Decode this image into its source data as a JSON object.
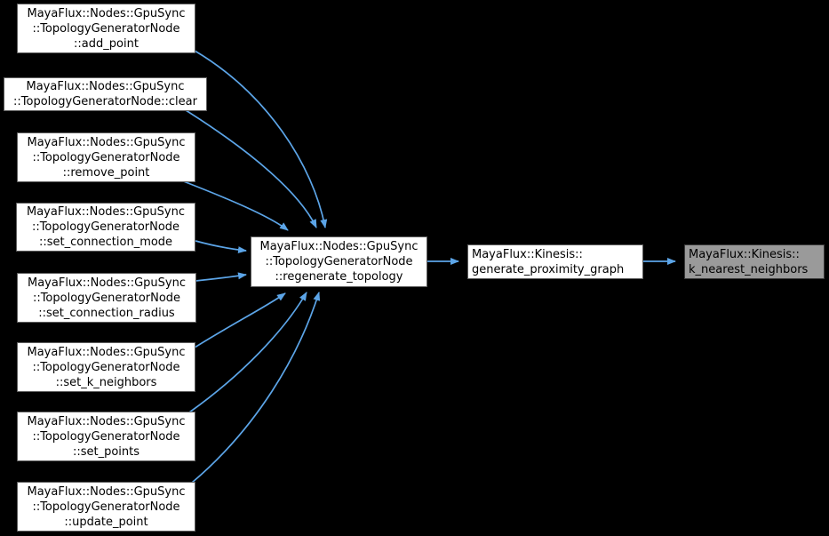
{
  "graph": {
    "kind": "caller-graph",
    "colors": {
      "background": "#000000",
      "node_fill": "#ffffff",
      "node_border": "#5e5e5e",
      "node_text": "#000000",
      "highlight_fill": "#9a9a9a",
      "highlight_border": "#3a3a3a",
      "edge": "#5ca5e8"
    },
    "nodes": {
      "add_point": {
        "lines": [
          "MayaFlux::Nodes::GpuSync",
          "::TopologyGeneratorNode",
          "::add_point"
        ],
        "highlighted": false
      },
      "clear": {
        "lines": [
          "MayaFlux::Nodes::GpuSync",
          "::TopologyGeneratorNode::clear"
        ],
        "highlighted": false
      },
      "remove_point": {
        "lines": [
          "MayaFlux::Nodes::GpuSync",
          "::TopologyGeneratorNode",
          "::remove_point"
        ],
        "highlighted": false
      },
      "set_connection_mode": {
        "lines": [
          "MayaFlux::Nodes::GpuSync",
          "::TopologyGeneratorNode",
          "::set_connection_mode"
        ],
        "highlighted": false
      },
      "set_connection_radius": {
        "lines": [
          "MayaFlux::Nodes::GpuSync",
          "::TopologyGeneratorNode",
          "::set_connection_radius"
        ],
        "highlighted": false
      },
      "set_k_neighbors": {
        "lines": [
          "MayaFlux::Nodes::GpuSync",
          "::TopologyGeneratorNode",
          "::set_k_neighbors"
        ],
        "highlighted": false
      },
      "set_points": {
        "lines": [
          "MayaFlux::Nodes::GpuSync",
          "::TopologyGeneratorNode",
          "::set_points"
        ],
        "highlighted": false
      },
      "update_point": {
        "lines": [
          "MayaFlux::Nodes::GpuSync",
          "::TopologyGeneratorNode",
          "::update_point"
        ],
        "highlighted": false
      },
      "regenerate_topology": {
        "lines": [
          "MayaFlux::Nodes::GpuSync",
          "::TopologyGeneratorNode",
          "::regenerate_topology"
        ],
        "highlighted": false
      },
      "generate_proximity_graph": {
        "lines": [
          "MayaFlux::Kinesis::",
          "generate_proximity_graph"
        ],
        "highlighted": false
      },
      "k_nearest_neighbors": {
        "lines": [
          "MayaFlux::Kinesis::",
          "k_nearest_neighbors"
        ],
        "highlighted": true
      }
    },
    "edges": [
      {
        "from": "add_point",
        "to": "regenerate_topology"
      },
      {
        "from": "clear",
        "to": "regenerate_topology"
      },
      {
        "from": "remove_point",
        "to": "regenerate_topology"
      },
      {
        "from": "set_connection_mode",
        "to": "regenerate_topology"
      },
      {
        "from": "set_connection_radius",
        "to": "regenerate_topology"
      },
      {
        "from": "set_k_neighbors",
        "to": "regenerate_topology"
      },
      {
        "from": "set_points",
        "to": "regenerate_topology"
      },
      {
        "from": "update_point",
        "to": "regenerate_topology"
      },
      {
        "from": "regenerate_topology",
        "to": "generate_proximity_graph"
      },
      {
        "from": "generate_proximity_graph",
        "to": "k_nearest_neighbors"
      }
    ]
  }
}
